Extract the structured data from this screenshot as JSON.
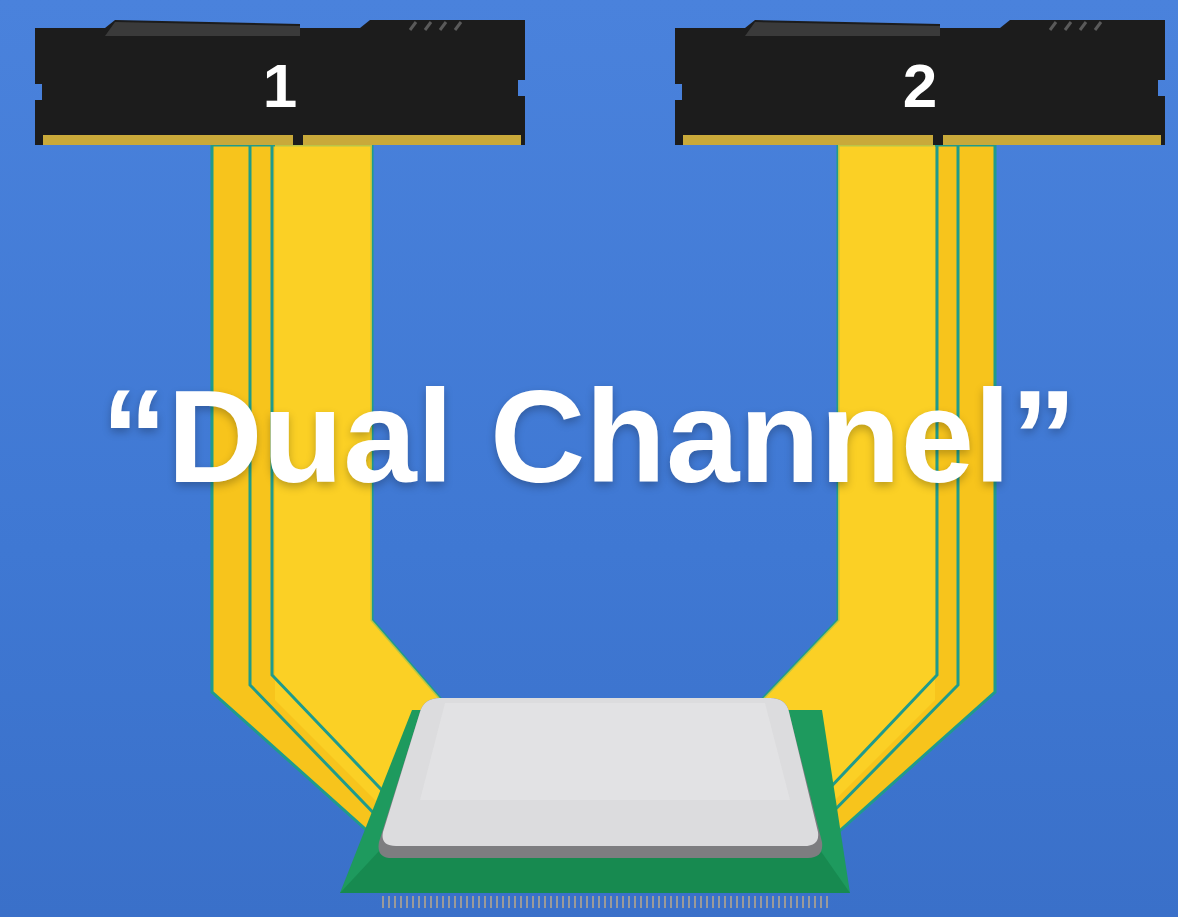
{
  "diagram": {
    "title": "“Dual Channel”",
    "nodes": [
      {
        "text": [
          "1"
        ]
      },
      {
        "text": [
          "2"
        ]
      }
    ]
  }
}
